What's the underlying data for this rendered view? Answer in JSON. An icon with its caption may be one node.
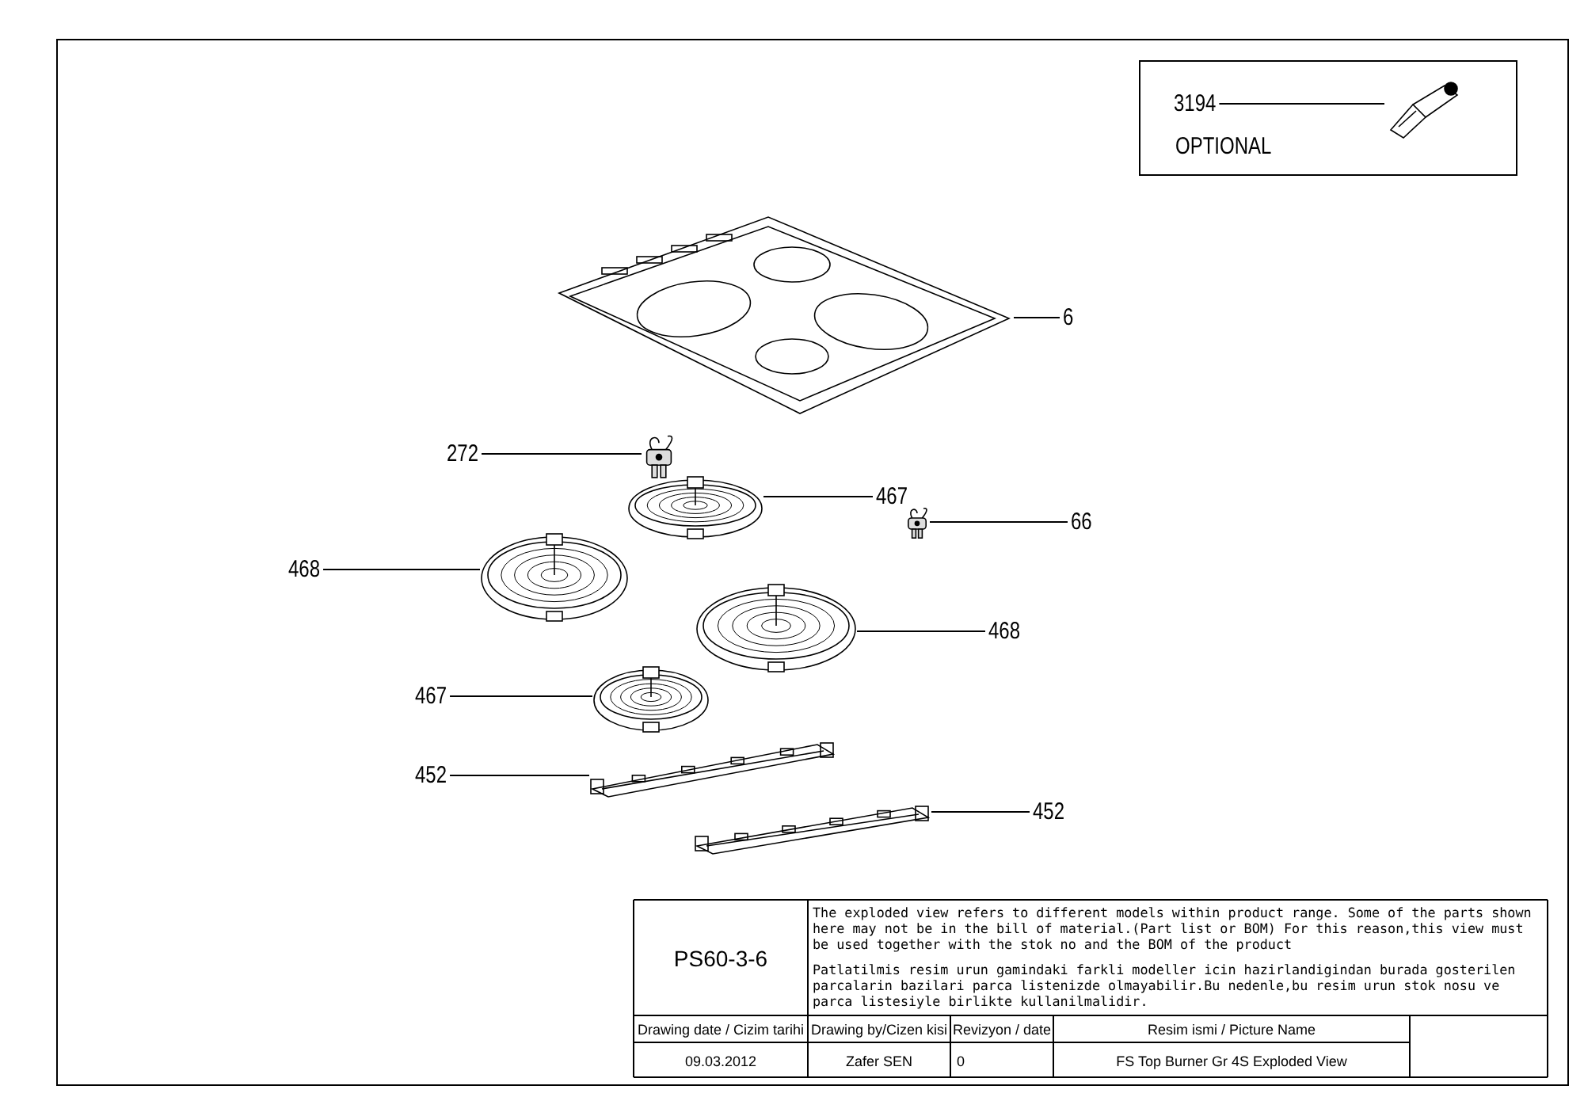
{
  "diagram": {
    "nodes": [
      {
        "text": [
          "OPTIONAL"
        ]
      },
      {
        "text": [
          "3194"
        ],
        "in": 0
      },
      {
        "text": [],
        "shape": "picture",
        "in": 0
      },
      {
        "text": [
          "6"
        ]
      },
      {
        "text": [],
        "shape": "picture"
      },
      {
        "text": [
          "272"
        ]
      },
      {
        "text": [],
        "shape": "picture"
      },
      {
        "text": [
          "467"
        ]
      },
      {
        "text": [],
        "shape": "picture"
      },
      {
        "text": [
          "66"
        ]
      },
      {
        "text": [],
        "shape": "picture"
      },
      {
        "text": [
          "468"
        ]
      },
      {
        "text": [],
        "shape": "picture"
      },
      {
        "text": [
          "468"
        ]
      },
      {
        "text": [],
        "shape": "picture"
      },
      {
        "text": [
          "467"
        ]
      },
      {
        "text": [],
        "shape": "picture"
      },
      {
        "text": [
          "452"
        ]
      },
      {
        "text": [],
        "shape": "picture"
      },
      {
        "text": [
          "452"
        ]
      },
      {
        "text": [],
        "shape": "picture"
      }
    ],
    "edges": [
      {
        "from": 1,
        "to": 2,
        "arrow": "none"
      },
      {
        "from": 3,
        "to": 4,
        "arrow": "none"
      },
      {
        "from": 5,
        "to": 6,
        "arrow": "none"
      },
      {
        "from": 7,
        "to": 8,
        "arrow": "none"
      },
      {
        "from": 9,
        "to": 10,
        "arrow": "none"
      },
      {
        "from": 11,
        "to": 12,
        "arrow": "none"
      },
      {
        "from": 13,
        "to": 14,
        "arrow": "none"
      },
      {
        "from": 15,
        "to": 16,
        "arrow": "none"
      },
      {
        "from": 17,
        "to": 18,
        "arrow": "none"
      },
      {
        "from": 19,
        "to": 20,
        "arrow": "none"
      }
    ],
    "labels": [
      "PS60-3-6",
      "The exploded view refers to different models within product range. Some of the parts shown here may not be in the bill of material.(Part list or BOM) For this reason,this view must be used together with the stok no and the BOM of the product",
      "Patlatilmis resim urun gamindaki farkli modeller icin hazirlandigindan burada gosterilen parcalarin bazilari parca listenizde olmayabilir.Bu nedenle,bu resim urun stok nosu ve parca listesiyle birlikte kullanilmalidir.",
      "Drawing date / Cizim tarihi",
      "Drawing by/Cizen kisi",
      "Revizyon / date",
      "Resim ismi / Picture Name",
      "09.03.2012",
      "Zafer SEN",
      "0",
      "FS Top Burner Gr 4S Exploded View"
    ]
  }
}
